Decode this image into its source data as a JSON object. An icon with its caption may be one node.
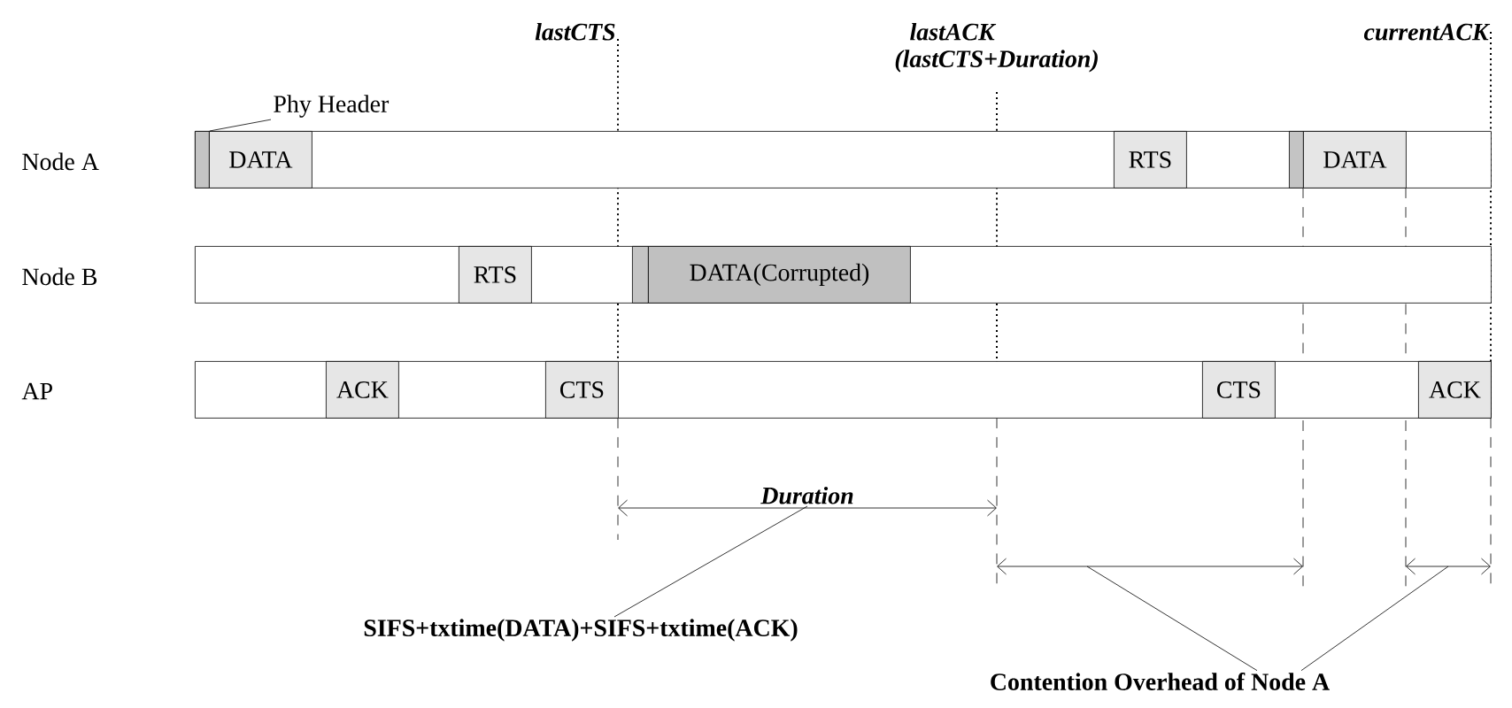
{
  "diagram": {
    "nodes": [
      {
        "text": [],
        "shape": "bar",
        "beside": [
          "Node A"
        ]
      },
      {
        "text": [],
        "shape": "box",
        "in": 0
      },
      {
        "text": [
          "DATA"
        ],
        "in": 0
      },
      {
        "text": [
          "RTS"
        ],
        "in": 0
      },
      {
        "text": [],
        "shape": "box",
        "in": 0
      },
      {
        "text": [
          "DATA"
        ],
        "in": 0
      },
      {
        "text": [],
        "shape": "bar",
        "beside": [
          "Node B"
        ]
      },
      {
        "text": [
          "RTS"
        ],
        "in": 6
      },
      {
        "text": [],
        "shape": "box",
        "in": 6
      },
      {
        "text": [
          "DATA(Corrupted)"
        ],
        "in": 6
      },
      {
        "text": [],
        "shape": "bar"
      },
      {
        "text": [
          "ACK"
        ],
        "in": 10
      },
      {
        "text": [
          "CTS"
        ],
        "in": 10
      },
      {
        "text": [
          "CTS"
        ],
        "in": 10
      },
      {
        "text": [
          "ACK"
        ],
        "in": 10
      },
      {
        "text": [
          "Phy Header"
        ]
      },
      {
        "text": [
          "SIFS+txtime(DATA)+SIFS+txtime(ACK)"
        ]
      },
      {
        "text": [
          "Contention Overhead of Node A"
        ]
      },
      {
        "text": [
          "Duration"
        ]
      }
    ],
    "edges": [
      {
        "from": 15,
        "to": 1,
        "arrow": "none"
      },
      {
        "from": 16,
        "to": 18,
        "arrow": "none"
      },
      {
        "from": 17,
        "to": null,
        "arrow": "none"
      },
      {
        "from": 17,
        "to": null,
        "arrow": "none"
      }
    ],
    "labels": [
      "AP",
      "lastCTS",
      "lastACK",
      "(lastCTS+Duration)",
      "currentACK"
    ]
  }
}
